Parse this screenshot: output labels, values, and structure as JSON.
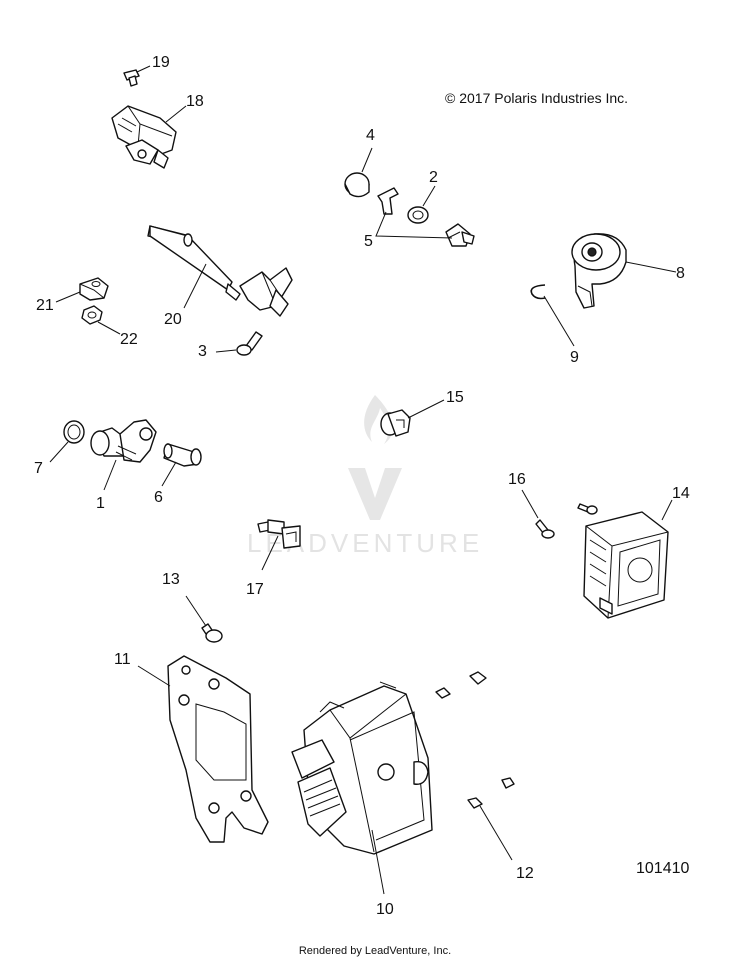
{
  "copyright": "© 2017 Polaris Industries Inc.",
  "drawing_number": "101410",
  "footer": "Rendered by LeadVenture, Inc.",
  "watermark": "LEADVENTURE",
  "callouts": {
    "c1": "1",
    "c2": "2",
    "c3": "3",
    "c4": "4",
    "c5": "5",
    "c6": "6",
    "c7": "7",
    "c8": "8",
    "c9": "9",
    "c10": "10",
    "c11": "11",
    "c12": "12",
    "c13": "13",
    "c14": "14",
    "c15": "15",
    "c16": "16",
    "c17": "17",
    "c18": "18",
    "c19": "19",
    "c20": "20",
    "c21": "21",
    "c22": "22"
  }
}
